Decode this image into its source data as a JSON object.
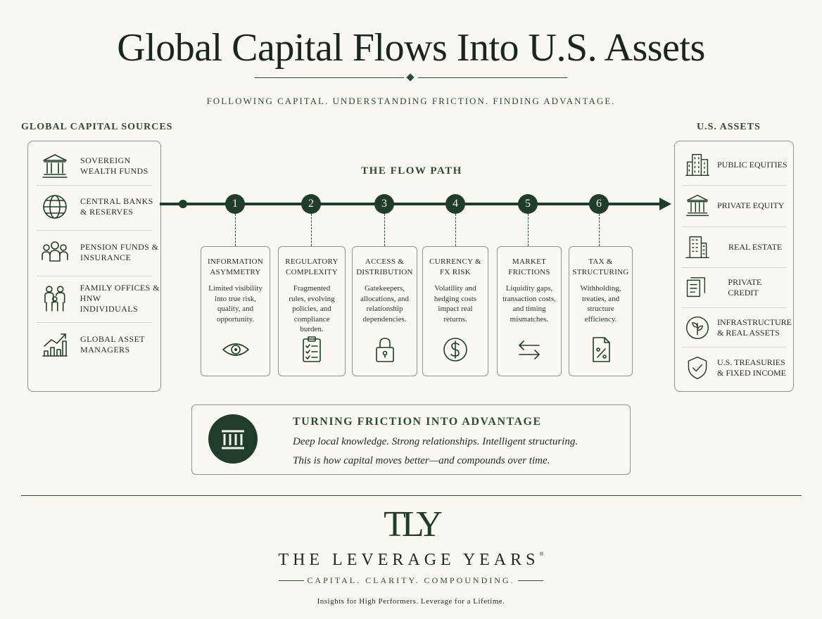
{
  "title": "Global Capital Flows Into U.S. Assets",
  "tagline": "FOLLOWING CAPITAL.  UNDERSTANDING FRICTION.  FINDING ADVANTAGE.",
  "sources": {
    "heading": "GLOBAL CAPITAL SOURCES",
    "items": [
      {
        "label": "SOVEREIGN\nWEALTH FUNDS",
        "icon": "government-building-icon"
      },
      {
        "label": "CENTRAL BANKS\n& RESERVES",
        "icon": "globe-icon"
      },
      {
        "label": "PENSION FUNDS &\nINSURANCE",
        "icon": "people-group-icon"
      },
      {
        "label": "FAMILY OFFICES &\nHNW INDIVIDUALS",
        "icon": "family-icon"
      },
      {
        "label": "GLOBAL ASSET\nMANAGERS",
        "icon": "growth-chart-icon"
      }
    ]
  },
  "flow": {
    "heading": "THE FLOW PATH",
    "steps": [
      {
        "number": "1",
        "title": "INFORMATION\nASYMMETRY",
        "description": "Limited visibility\ninto true risk,\nquality, and\nopportunity.",
        "icon": "eye-icon"
      },
      {
        "number": "2",
        "title": "REGULATORY\nCOMPLEXITY",
        "description": "Fragmented\nrules, evolving\npolicies, and\ncompliance\nburden.",
        "icon": "checklist-clipboard-icon"
      },
      {
        "number": "3",
        "title": "ACCESS &\nDISTRIBUTION",
        "description": "Gatekeepers,\nallocations, and\nrelationship\ndependencies.",
        "icon": "lock-icon"
      },
      {
        "number": "4",
        "title": "CURRENCY &\nFX RISK",
        "description": "Volatility and\nhedging costs\nimpact real\nreturns.",
        "icon": "dollar-coin-icon"
      },
      {
        "number": "5",
        "title": "MARKET\nFRICTIONS",
        "description": "Liquidity gaps,\ntransaction costs,\nand timing\nmismatches.",
        "icon": "exchange-arrows-icon"
      },
      {
        "number": "6",
        "title": "TAX &\nSTRUCTURING",
        "description": "Withholding,\ntreaties, and\nstructure\nefficiency.",
        "icon": "percent-document-icon"
      }
    ]
  },
  "assets": {
    "heading": "U.S. ASSETS",
    "items": [
      {
        "label": "PUBLIC EQUITIES",
        "icon": "skyscraper-icon"
      },
      {
        "label": "PRIVATE EQUITY",
        "icon": "institution-building-icon"
      },
      {
        "label": "REAL ESTATE",
        "icon": "office-building-icon"
      },
      {
        "label": "PRIVATE CREDIT",
        "icon": "documents-icon"
      },
      {
        "label": "INFRASTRUCTURE\n& REAL ASSETS",
        "icon": "leaf-circle-icon"
      },
      {
        "label": "U.S. TREASURIES\n& FIXED INCOME",
        "icon": "shield-check-icon"
      }
    ]
  },
  "advantage": {
    "heading": "TURNING FRICTION INTO ADVANTAGE",
    "line1": "Deep local knowledge. Strong relationships. Intelligent structuring.",
    "line2": "This is how capital moves better—and compounds over time.",
    "icon": "pillars-icon"
  },
  "footer": {
    "logo": "TLY",
    "brand": "THE LEVERAGE YEARS",
    "registered": "®",
    "motto": "CAPITAL.  CLARITY.  COMPOUNDING.",
    "insight": "Insights for High Performers. Leverage for a Lifetime."
  },
  "colors": {
    "accent": "#1f3d2a",
    "background": "#f8f7f1",
    "border": "#8c948d"
  }
}
